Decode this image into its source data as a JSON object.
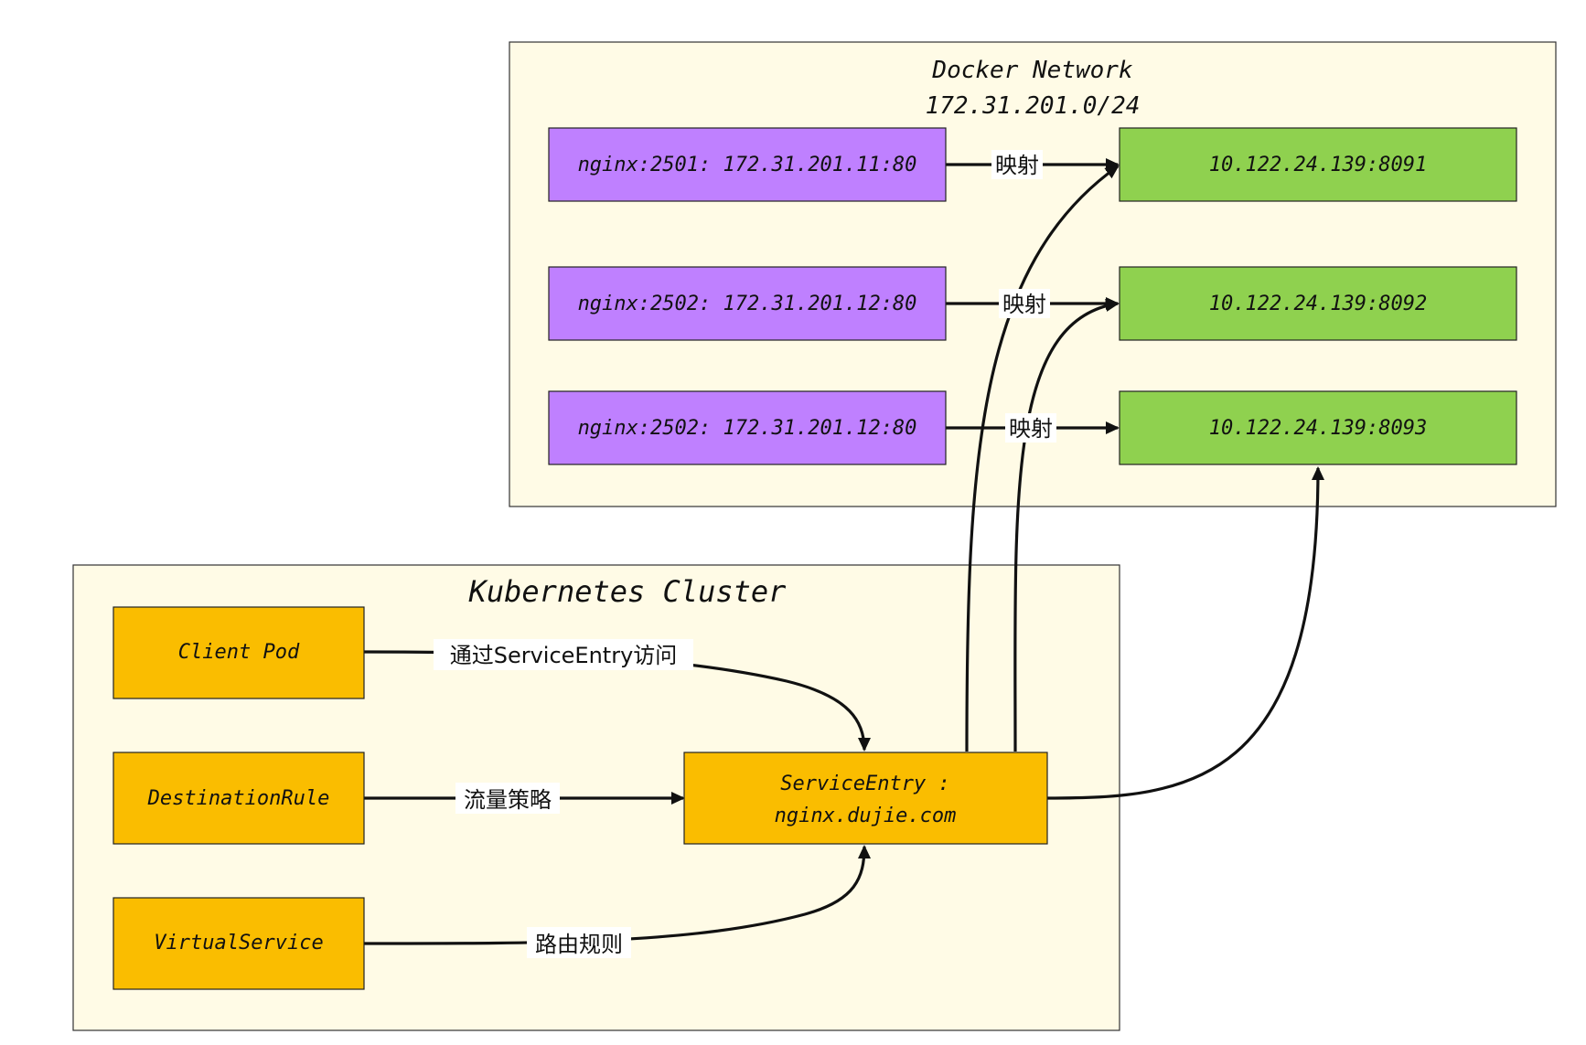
{
  "docker_cluster": {
    "title_line1": "Docker  Network",
    "title_line2": "172.31.201.0/24"
  },
  "k8s_cluster": {
    "title": "Kubernetes Cluster"
  },
  "nodes": {
    "nginx_1": "nginx:2501: 172.31.201.11:80",
    "nginx_2": "nginx:2502: 172.31.201.12:80",
    "nginx_3": "nginx:2502: 172.31.201.12:80",
    "host_1": "10.122.24.139:8091",
    "host_2": "10.122.24.139:8092",
    "host_3": "10.122.24.139:8093",
    "client_pod": "Client Pod",
    "destination_rule": "DestinationRule",
    "virtual_service": "VirtualService",
    "service_entry_line1": "ServiceEntry :",
    "service_entry_line2": "nginx.dujie.com"
  },
  "edges": {
    "map_1": "映射",
    "map_2": "映射",
    "map_3": "映射",
    "client_to_se": "通过ServiceEntry访问",
    "dr_to_se": "流量策略",
    "vs_to_se": "路由规则"
  },
  "colors": {
    "cluster_fill": "#fffbe6",
    "nginx_fill": "#bf80ff",
    "host_fill": "#8fd14f",
    "k8s_node_fill": "#fabd00"
  }
}
